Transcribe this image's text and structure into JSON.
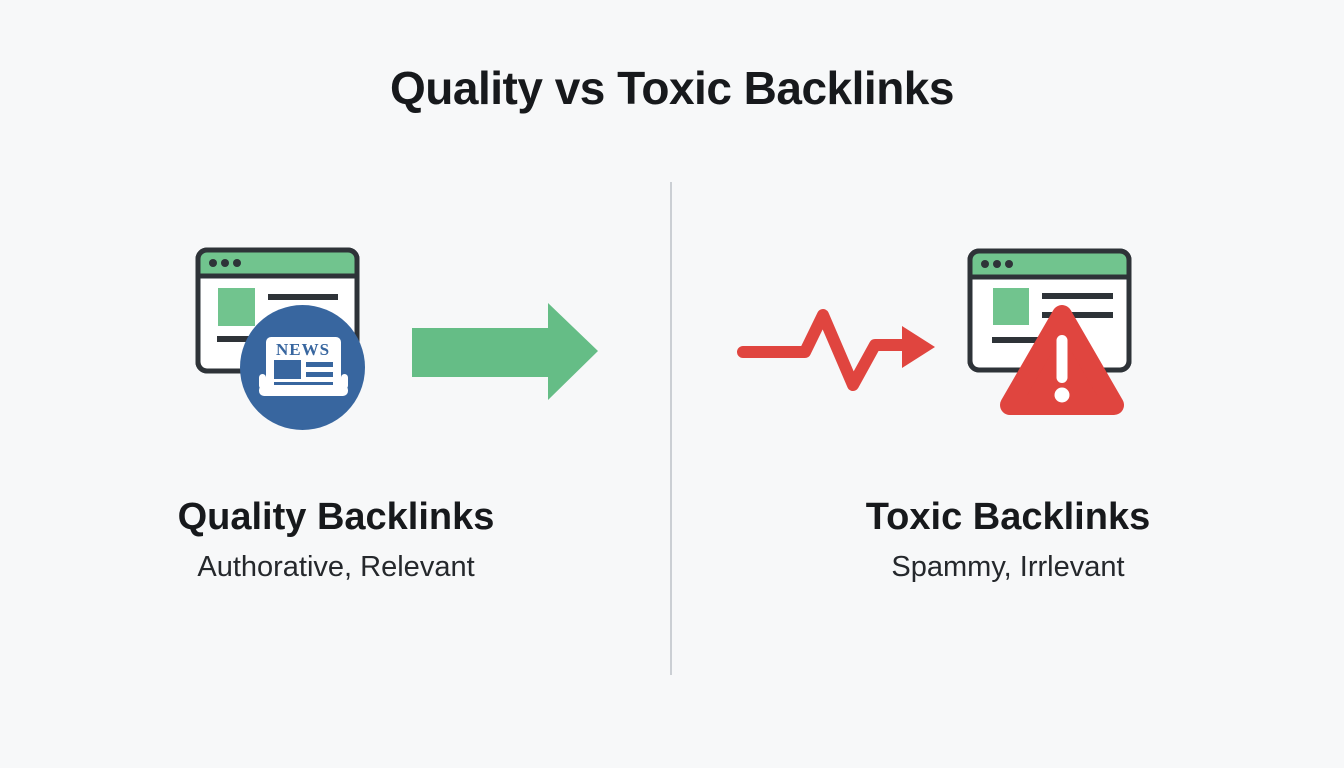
{
  "title": "Quality vs Toxic Backlinks",
  "left": {
    "heading": "Quality Backlinks",
    "subheading": "Authorative, Relevant",
    "badge_text": "NEWS"
  },
  "right": {
    "heading": "Toxic Backlinks",
    "subheading": "Spammy, Irrlevant"
  },
  "colors": {
    "background": "#f7f8f9",
    "text_dark": "#17191c",
    "text_sub": "#25282c",
    "green": "#65bd86",
    "green_light": "#71c48e",
    "red": "#e0453f",
    "blue": "#38669f",
    "stroke_dark": "#2e3338",
    "divider": "#cbcfd4",
    "white": "#ffffff"
  }
}
